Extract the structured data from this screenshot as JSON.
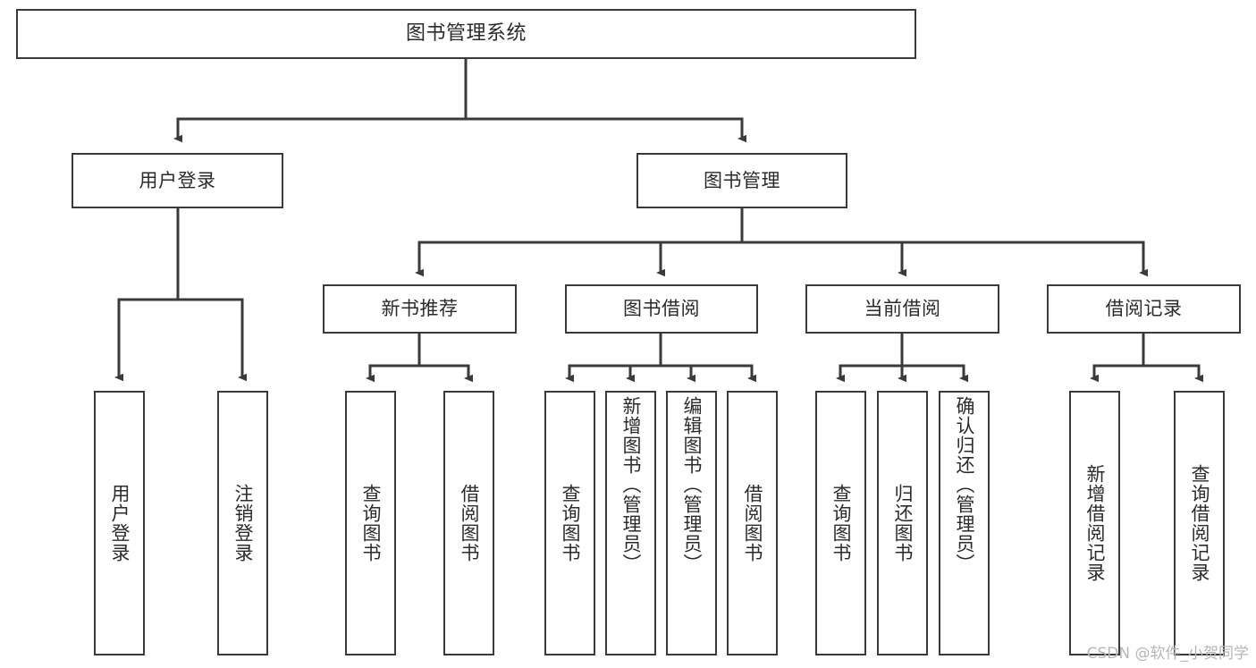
{
  "diagram": {
    "title": "图书管理系统",
    "type": "hierarchy-tree",
    "watermark": "CSDN @软件_小贺同学",
    "colors": {
      "stroke": "#3a3a3a",
      "text": "#2b2b2b",
      "background": "#ffffff",
      "watermark": "#b6b6b6"
    },
    "root": {
      "label": "图书管理系统"
    },
    "level2": [
      {
        "label": "用户登录"
      },
      {
        "label": "图书管理"
      }
    ],
    "level3": [
      {
        "label": "新书推荐"
      },
      {
        "label": "图书借阅"
      },
      {
        "label": "当前借阅"
      },
      {
        "label": "借阅记录"
      }
    ],
    "leaves": {
      "user_login": [
        {
          "label": "用户登录"
        },
        {
          "label": "注销登录"
        }
      ],
      "new_book_recommend": [
        {
          "label": "查询图书"
        },
        {
          "label": "借阅图书"
        }
      ],
      "book_borrow": [
        {
          "label": "查询图书"
        },
        {
          "label": "新增图书（管理员）"
        },
        {
          "label": "编辑图书（管理员）"
        },
        {
          "label": "借阅图书"
        }
      ],
      "current_borrow": [
        {
          "label": "查询图书"
        },
        {
          "label": "归还图书"
        },
        {
          "label": "确认归还（管理员）"
        }
      ],
      "borrow_record": [
        {
          "label": "新增借阅记录"
        },
        {
          "label": "查询借阅记录"
        }
      ]
    }
  }
}
